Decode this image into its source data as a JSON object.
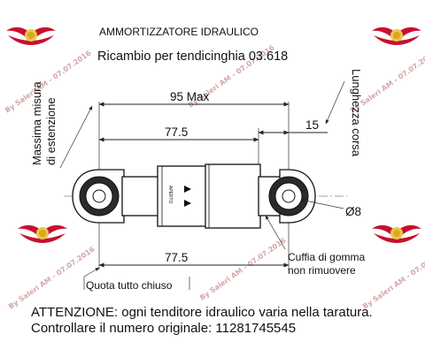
{
  "title": "AMMORTIZZATORE IDRAULICO",
  "subtitle": "Ricambio per tendicinghia 03.618",
  "labels": {
    "left_vertical_1": "Massima misura",
    "left_vertical_2": "di estenzione",
    "right_vertical_1": "Lunghezza corsa",
    "dim_max": "95 Max",
    "dim_upper": "77.5",
    "dim_stroke": "15",
    "dim_lower": "77.5",
    "diameter": "Ø8",
    "rubber_1": "Cuffia di gomma",
    "rubber_2": "non rimuovere",
    "closed_quota": "Quota tutto chiuso",
    "body_mark": "APERTO"
  },
  "notes": {
    "line1": "ATTENZIONE: ogni tenditore idraulico varia nella taratura.",
    "line2": "Controllare il numero originale:  11281745545"
  },
  "watermark": {
    "text": "By Saleri AM - 07.07.2016",
    "color": "#c58a8a",
    "logo_color": "#c8102e",
    "logo_icon": "winged-logo-icon"
  }
}
